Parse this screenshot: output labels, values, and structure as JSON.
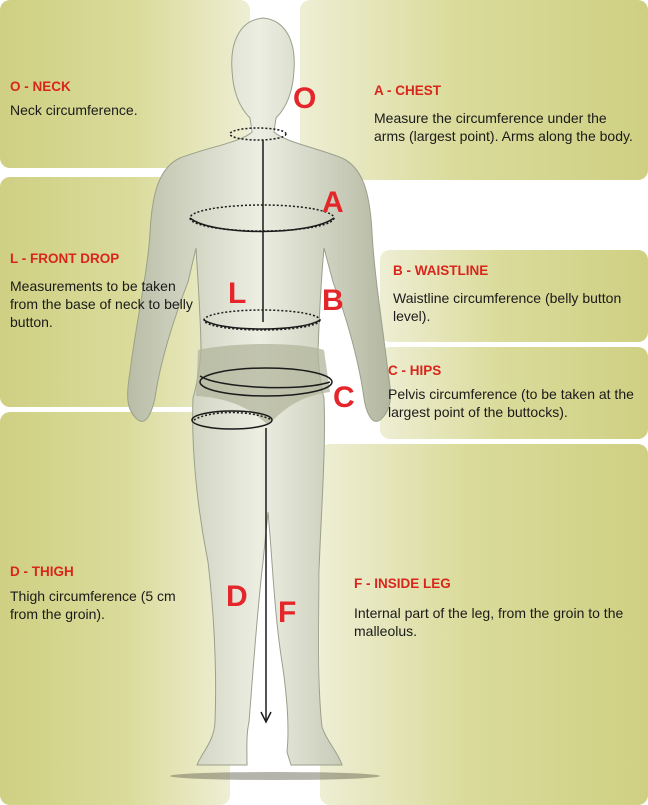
{
  "measurements": [
    {
      "letter": "O",
      "title": "O - NECK",
      "desc": "Neck circumference."
    },
    {
      "letter": "A",
      "title": "A - CHEST",
      "desc": "Measure the circumference under the arms (largest point). Arms along the body."
    },
    {
      "letter": "L",
      "title": "L - FRONT DROP",
      "desc": "Measurements to be taken from the base of neck to belly button."
    },
    {
      "letter": "B",
      "title": "B - WAISTLINE",
      "desc": "Waistline circumference (belly button level)."
    },
    {
      "letter": "C",
      "title": "C -  HIPS",
      "desc": "Pelvis circumference (to be taken at the largest point of the buttocks)."
    },
    {
      "letter": "D",
      "title": "D - THIGH",
      "desc": "Thigh circumference (5 cm from the groin)."
    },
    {
      "letter": "F",
      "title": "F - INSIDE LEG",
      "desc": "Internal part of the leg, from the groin to the malleolus."
    }
  ],
  "colors": {
    "accent": "#d9261c",
    "panel": "#d2d38a",
    "figure": "#d8dcc6"
  }
}
